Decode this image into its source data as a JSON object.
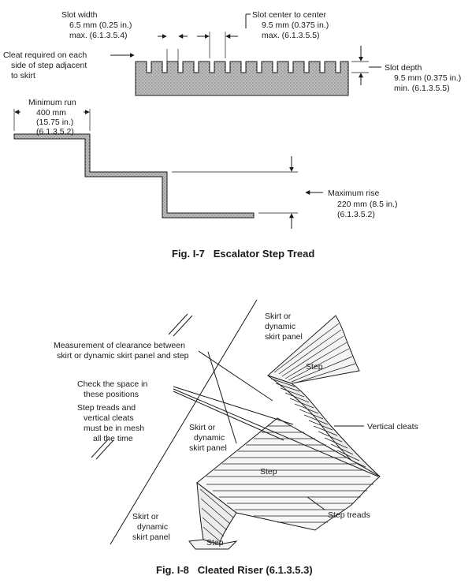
{
  "fig7": {
    "slot_width": [
      "Slot width",
      "6.5 mm (0.25 in.)",
      "max. (6.1.3.5.4)"
    ],
    "slot_center": [
      "Slot center to center",
      "9.5 mm (0.375 in.)",
      "max. (6.1.3.5.5)"
    ],
    "cleat_required": [
      "Cleat required on each",
      "side of step adjacent",
      "to skirt"
    ],
    "slot_depth": [
      "Slot depth",
      "9.5 mm (0.375 in.)",
      "min. (6.1.3.5.5)"
    ],
    "minimum_run": [
      "Minimum run",
      "400 mm",
      "(15.75 in.)",
      "(6.1.3.5.2)"
    ],
    "maximum_rise": [
      "Maximum rise",
      "220 mm (8.5 in.)",
      "(6.1.3.5.2)"
    ],
    "caption": "Fig. I-7   Escalator Step Tread"
  },
  "fig8": {
    "skirt_top": [
      "Skirt or",
      "dynamic",
      "skirt panel"
    ],
    "measurement": [
      "Measurement of clearance between",
      "skirt or dynamic skirt panel and step"
    ],
    "check_space": [
      "Check the space in",
      "these positions"
    ],
    "mesh_note": [
      "Step treads and",
      "vertical cleats",
      "must be in mesh",
      "all the time"
    ],
    "skirt_mid": [
      "Skirt or",
      "dynamic",
      "skirt panel"
    ],
    "skirt_bottom": [
      "Skirt or",
      "dynamic",
      "skirt panel"
    ],
    "step_top": "Step",
    "step_mid": "Step",
    "step_bottom": "Step",
    "vertical_cleats": "Vertical cleats",
    "step_treads": "Step treads",
    "caption": "Fig. I-8   Cleated Riser (6.1.3.5.3)"
  }
}
